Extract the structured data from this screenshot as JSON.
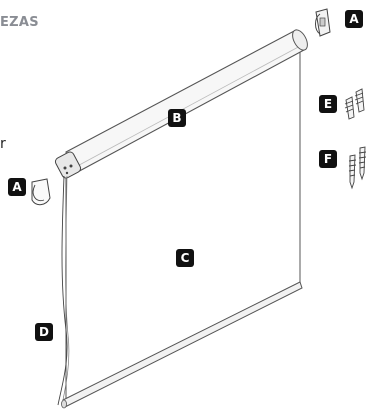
{
  "header": {
    "title_fragment": "EZAS"
  },
  "side_fragment": "r",
  "labels": {
    "bracket_right": "A",
    "bracket_left": "A",
    "tube": "B",
    "fabric": "C",
    "chain": "D",
    "wall_plugs": "E",
    "screws": "F"
  },
  "colors": {
    "tag_bg": "#111111",
    "line": "#555555"
  }
}
